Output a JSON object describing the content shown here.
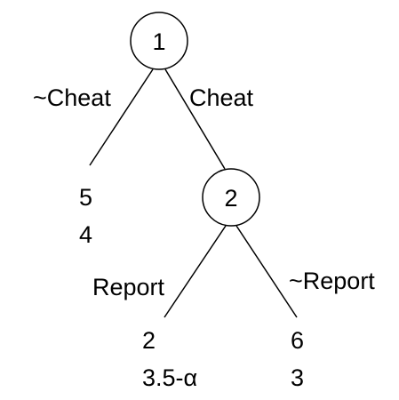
{
  "game_tree": {
    "nodes": {
      "root": {
        "label": "1"
      },
      "second": {
        "label": "2"
      }
    },
    "actions": {
      "not_cheat": "~Cheat",
      "cheat": "Cheat",
      "report": "Report",
      "not_report": "~Report"
    },
    "payoffs": {
      "not_cheat": {
        "player1": "5",
        "player2": "4"
      },
      "report": {
        "player1": "2",
        "player2": "3.5-α"
      },
      "not_report": {
        "player1": "6",
        "player2": "3"
      }
    }
  },
  "colors": {
    "line": "#000000",
    "background": "#ffffff"
  }
}
